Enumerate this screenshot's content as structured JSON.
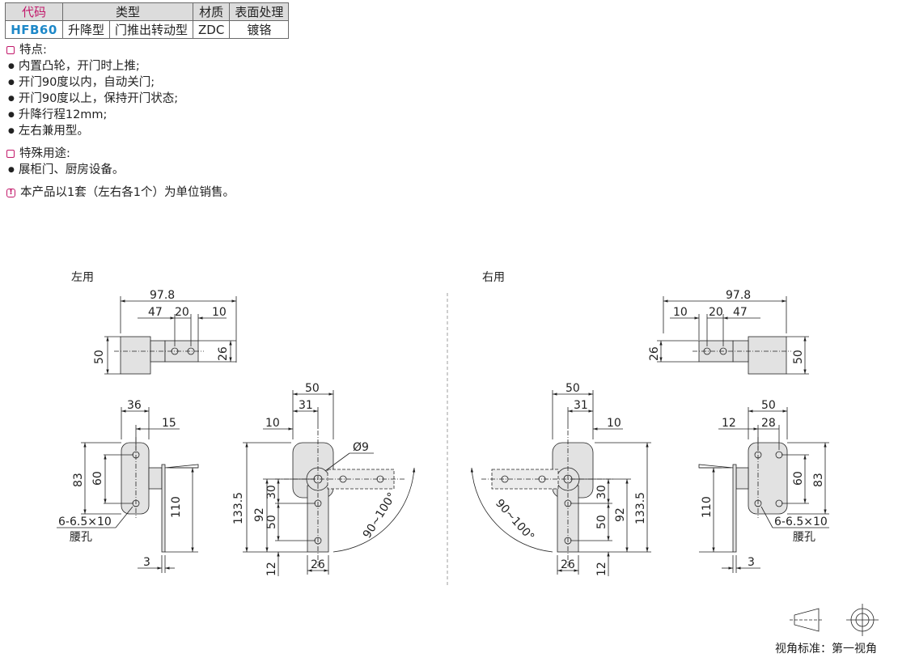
{
  "table": {
    "headers": [
      "代码",
      "类型",
      "材质",
      "表面处理"
    ],
    "row": {
      "code": "HFB60",
      "type1": "升降型",
      "type2": "门推出转动型",
      "material": "ZDC",
      "surface": "镀铬"
    }
  },
  "features": {
    "title": "特点:",
    "items": [
      "内置凸轮，开门时上推;",
      "开门90度以内，自动关门;",
      "开门90度以上，保持开门状态;",
      "升降行程12mm;",
      "左右兼用型。"
    ]
  },
  "uses": {
    "title": "特殊用途:",
    "items": [
      "展柜门、厨房设备。"
    ]
  },
  "note": {
    "icon": "!",
    "text": "本产品以1套（左右各1个）为单位销售。"
  },
  "drawing": {
    "left_label": "左用",
    "right_label": "右用",
    "dims": {
      "d97_8": "97.8",
      "d47": "47",
      "d20": "20",
      "d10": "10",
      "d50": "50",
      "d26": "26",
      "d36": "36",
      "d15": "15",
      "d83": "83",
      "d60": "60",
      "d110": "110",
      "d3": "3",
      "d31": "31",
      "d133_5": "133.5",
      "d92": "92",
      "d30": "30",
      "d12": "12",
      "d9": "Ø9",
      "angle": "90~100°",
      "d12r": "12",
      "d28": "28"
    },
    "slot": "6-6.5×10",
    "slot_label": "腰孔",
    "standard": "视角标准：第一视角"
  },
  "colors": {
    "accent": "#c2186a",
    "code": "#1e88c8",
    "part": "#e2e2e2"
  }
}
